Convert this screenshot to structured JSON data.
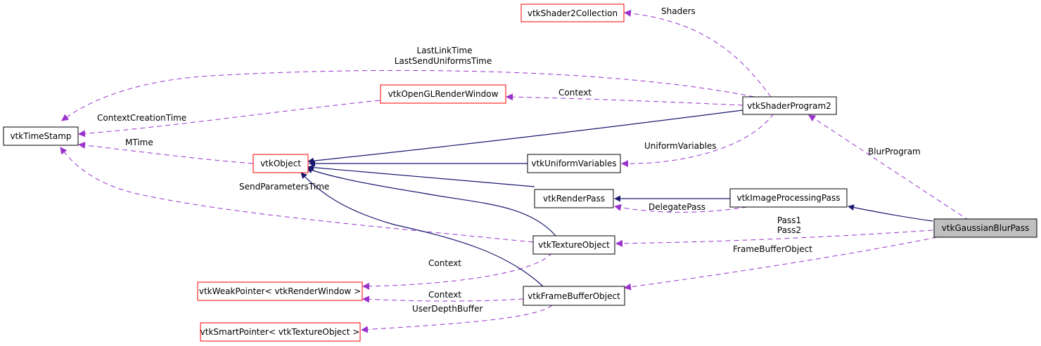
{
  "colors": {
    "background": "#ffffff",
    "inheritance": "#191970",
    "usage": "#9a32cd",
    "node_border_default": "#000000",
    "node_border_truncated": "#ff0000",
    "highlight_fill": "#bfbfbf"
  },
  "nodes": [
    {
      "id": "timestamp",
      "label": "vtkTimeStamp",
      "border": "black"
    },
    {
      "id": "shader2collection",
      "label": "vtkShader2Collection",
      "border": "red"
    },
    {
      "id": "openglrenderwindow",
      "label": "vtkOpenGLRenderWindow",
      "border": "red"
    },
    {
      "id": "shaderprogram2",
      "label": "vtkShaderProgram2",
      "border": "black"
    },
    {
      "id": "object",
      "label": "vtkObject",
      "border": "red"
    },
    {
      "id": "uniformvariables",
      "label": "vtkUniformVariables",
      "border": "black"
    },
    {
      "id": "renderpass",
      "label": "vtkRenderPass",
      "border": "black"
    },
    {
      "id": "imageprocessingpass",
      "label": "vtkImageProcessingPass",
      "border": "black"
    },
    {
      "id": "gaussianblurpass",
      "label": "vtkGaussianBlurPass",
      "border": "black",
      "highlighted": true
    },
    {
      "id": "textureobject",
      "label": "vtkTextureObject",
      "border": "black"
    },
    {
      "id": "weakpointer",
      "label": "vtkWeakPointer< vtkRenderWindow >",
      "border": "red"
    },
    {
      "id": "framebufferobject",
      "label": "vtkFrameBufferObject",
      "border": "black"
    },
    {
      "id": "smartpointer",
      "label": "vtkSmartPointer< vtkTextureObject >",
      "border": "red"
    }
  ],
  "edge_labels": {
    "shaders": "Shaders",
    "last_link_time": "LastLinkTime",
    "last_send_uniforms_time": "LastSendUniformsTime",
    "context_shader": "Context",
    "context_creation_time": "ContextCreationTime",
    "mtime": "MTime",
    "uniform_variables": "UniformVariables",
    "blur_program": "BlurProgram",
    "send_parameters_time": "SendParametersTime",
    "delegate_pass": "DelegatePass",
    "pass1": "Pass1",
    "pass2": "Pass2",
    "frame_buffer_object": "FrameBufferObject",
    "context_texture": "Context",
    "context_fbo": "Context",
    "user_depth_buffer": "UserDepthBuffer"
  }
}
